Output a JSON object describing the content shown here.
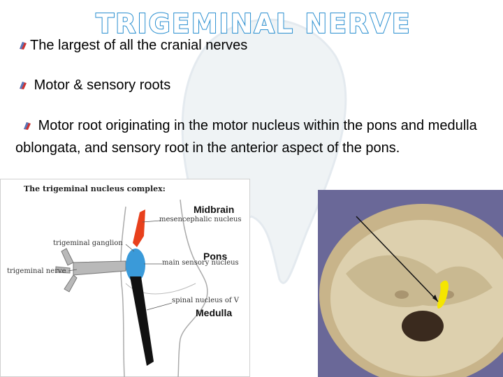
{
  "slide": {
    "title": "TRIGEMINAL NERVE",
    "bullets": [
      "The largest of all the cranial nerves",
      "Motor & sensory roots",
      "Motor root originating in the motor nucleus within the pons and medulla oblongata, and sensory root in the anterior aspect of the pons."
    ]
  },
  "diagram": {
    "title": "The trigeminal nucleus complex:",
    "labels": {
      "midbrain": "Midbrain",
      "mesencephalic": "mesencephalic nucleus",
      "ganglion": "trigeminal ganglion",
      "pons": "Pons",
      "main_sensory": "main sensory nucleus",
      "nerve": "trigeminal nerve",
      "spinal": "spinal nucleus of V",
      "medulla": "Medulla"
    },
    "colors": {
      "mesencephalic": "#e8401c",
      "main_sensory": "#3a9ad9",
      "spinal": "#111111"
    }
  }
}
